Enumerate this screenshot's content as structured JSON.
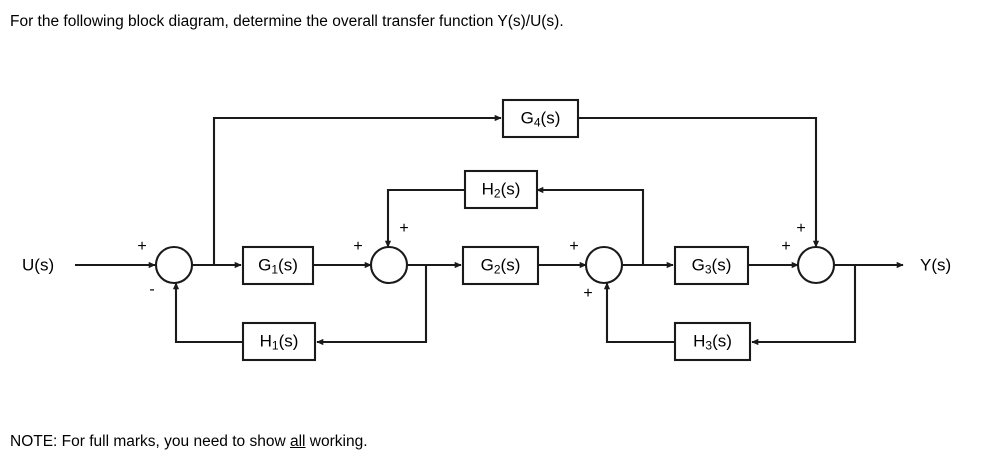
{
  "question": {
    "prompt": "For the following block diagram, determine the overall transfer function Y(s)/U(s)."
  },
  "note": {
    "prefix": "NOTE: For full marks, you need to show ",
    "emphasis": "all",
    "suffix": " working."
  },
  "diagram": {
    "input_label": "U(s)",
    "output_label": "Y(s)",
    "blocks": [
      {
        "id": "G1",
        "base": "G",
        "sub": "1",
        "tail": "(s)",
        "label": "G1(s)"
      },
      {
        "id": "G2",
        "base": "G",
        "sub": "2",
        "tail": "(s)",
        "label": "G2(s)"
      },
      {
        "id": "G3",
        "base": "G",
        "sub": "3",
        "tail": "(s)",
        "label": "G3(s)"
      },
      {
        "id": "G4",
        "base": "G",
        "sub": "4",
        "tail": "(s)",
        "label": "G4(s)"
      },
      {
        "id": "H1",
        "base": "H",
        "sub": "1",
        "tail": "(s)",
        "label": "H1(s)"
      },
      {
        "id": "H2",
        "base": "H",
        "sub": "2",
        "tail": "(s)",
        "label": "H2(s)"
      },
      {
        "id": "H3",
        "base": "H",
        "sub": "3",
        "tail": "(s)",
        "label": "H3(s)"
      }
    ],
    "summing_junctions": [
      {
        "id": "S1",
        "signs": {
          "left": "+",
          "bottom": "-"
        }
      },
      {
        "id": "S2",
        "signs": {
          "left": "+",
          "top": "+"
        }
      },
      {
        "id": "S3",
        "signs": {
          "left": "+",
          "bottom": "+"
        }
      },
      {
        "id": "S4",
        "signs": {
          "left": "+",
          "top": "+"
        }
      }
    ],
    "signs": {
      "s1_left": "+",
      "s1_bottom": "-",
      "s2_left": "+",
      "s2_top": "+",
      "s3_left": "+",
      "s3_bottom": "+",
      "s4_left": "+",
      "s4_top": "+"
    },
    "colors": {
      "line": "#1a1a1a",
      "background": "#ffffff",
      "text": "#000000"
    }
  }
}
